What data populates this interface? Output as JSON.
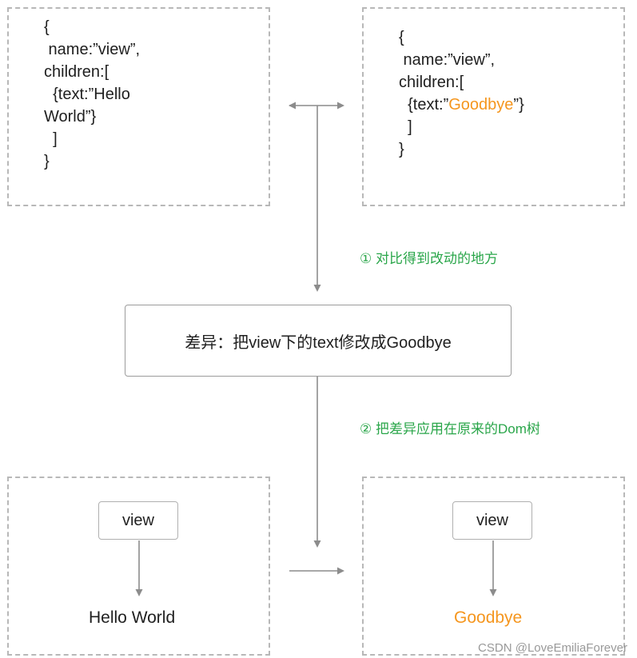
{
  "old_vdom": {
    "line1": "{",
    "line2": " name:”view”,",
    "line3": "children:[",
    "line4": "  {text:”Hello",
    "line5": "World”}",
    "line6": "  ]",
    "line7": "}"
  },
  "new_vdom": {
    "line1": "{",
    "line2": " name:”view”,",
    "line3": "children:[",
    "line4_prefix": "  {text:”",
    "line4_highlight": "Goodbye",
    "line4_suffix": "”}",
    "line5": "  ]",
    "line6": "}"
  },
  "step1": "① 对比得到改动的地方",
  "diff_text": "差异：把view下的text修改成Goodbye",
  "step2": "② 把差异应用在原来的Dom树",
  "old_dom": {
    "node": "view",
    "text": "Hello World"
  },
  "new_dom": {
    "node": "view",
    "text": "Goodbye"
  },
  "watermark": "CSDN @LoveEmiliaForever",
  "colors": {
    "highlight": "#f5961e",
    "step_text": "#2aa64a",
    "dashed_border": "#b8b8b8",
    "arrow": "#8c8c8c"
  }
}
